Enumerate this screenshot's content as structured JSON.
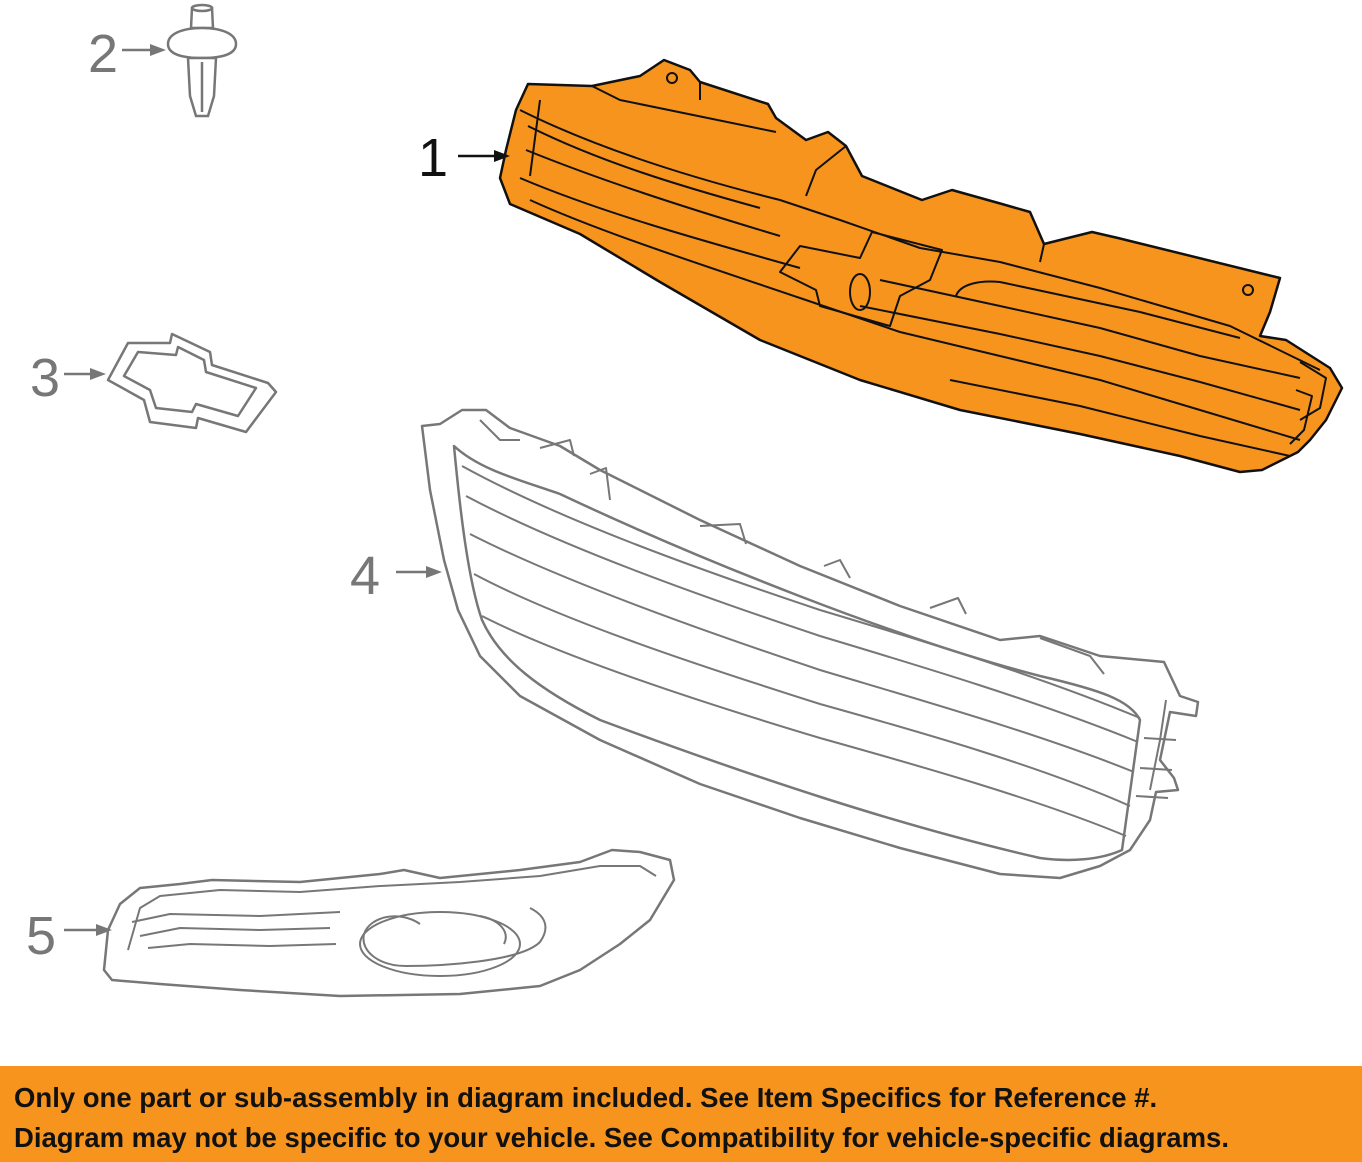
{
  "diagram": {
    "callouts": [
      {
        "number": "1",
        "part": "grille"
      },
      {
        "number": "2",
        "part": "push-pin-retainer"
      },
      {
        "number": "3",
        "part": "bowtie-emblem"
      },
      {
        "number": "4",
        "part": "lower-grille"
      },
      {
        "number": "5",
        "part": "fog-lamp-bezel"
      }
    ],
    "highlight_color": "#F7941D",
    "line_color": "#555555"
  },
  "notice": {
    "line1": "Only one part or sub-assembly in diagram included. See Item Specifics for Reference #.",
    "line2": "Diagram may not be specific to your vehicle. See Compatibility for vehicle-specific diagrams.",
    "background_color": "#F7941D"
  }
}
